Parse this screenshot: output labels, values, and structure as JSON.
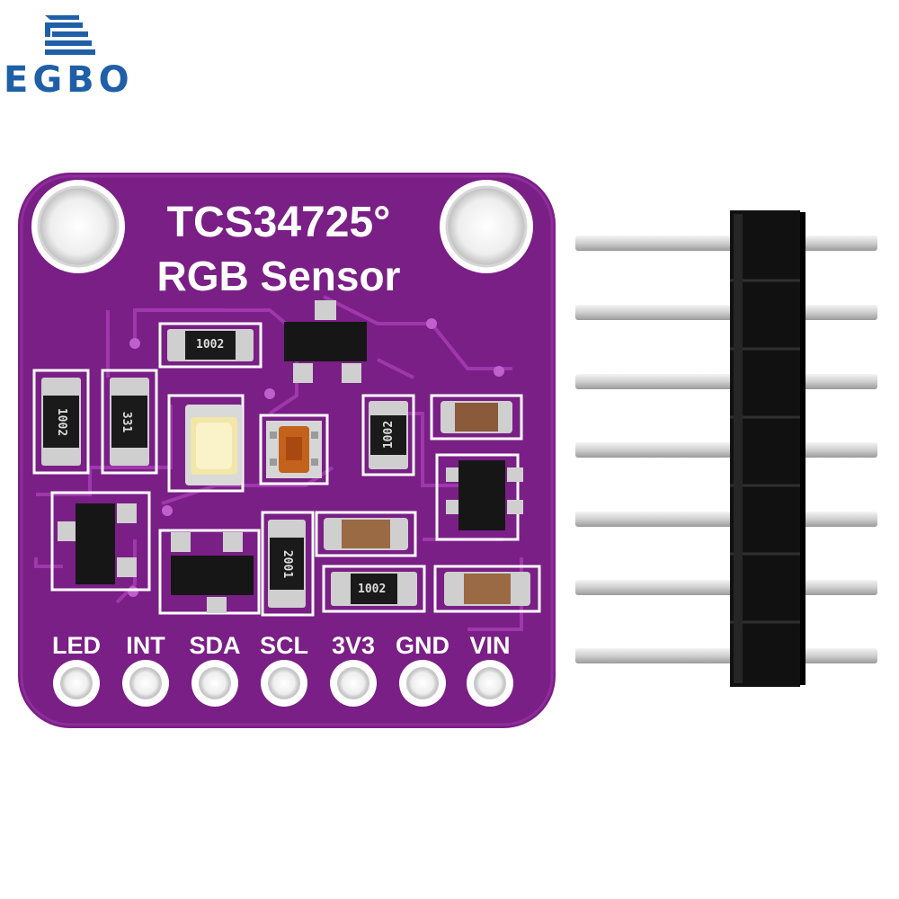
{
  "logo": {
    "text": "EGBO",
    "color": "#1f5fa8"
  },
  "board": {
    "title_line1": "TCS34725°",
    "title_line2": "RGB Sensor",
    "color": "#7a1f86",
    "pins": [
      "LED",
      "INT",
      "SDA",
      "SCL",
      "3V3",
      "GND",
      "VIN"
    ],
    "resistor_codes": [
      "1002",
      "331",
      "1002",
      "1002",
      "1002",
      "2001"
    ]
  },
  "header": {
    "pin_count": 7,
    "color": "#111111"
  }
}
